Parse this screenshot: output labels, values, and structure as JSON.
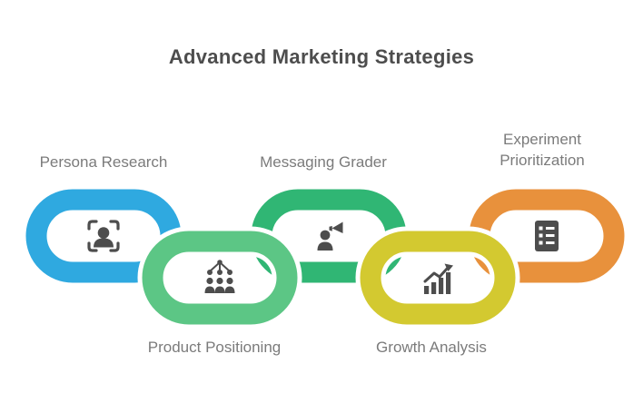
{
  "title": "Advanced Marketing Strategies",
  "colors": {
    "background": "#FFFFFF",
    "title_text": "#4D4D4D",
    "label_text": "#7B7B7B",
    "icon": "#4D4D4D"
  },
  "links": [
    {
      "label": "Persona Research",
      "color": "#2FA9E0",
      "icon": "persona-scan-icon",
      "label_position": "above"
    },
    {
      "label": "Product Positioning",
      "color": "#5CC685",
      "icon": "people-network-icon",
      "label_position": "below"
    },
    {
      "label": "Messaging Grader",
      "color": "#30B674",
      "icon": "megaphone-person-icon",
      "label_position": "above"
    },
    {
      "label": "Growth Analysis",
      "color": "#D3C930",
      "icon": "growth-chart-icon",
      "label_position": "below"
    },
    {
      "label": "Experiment Prioritization",
      "color": "#E8913C",
      "icon": "checklist-icon",
      "label_position": "above"
    }
  ]
}
